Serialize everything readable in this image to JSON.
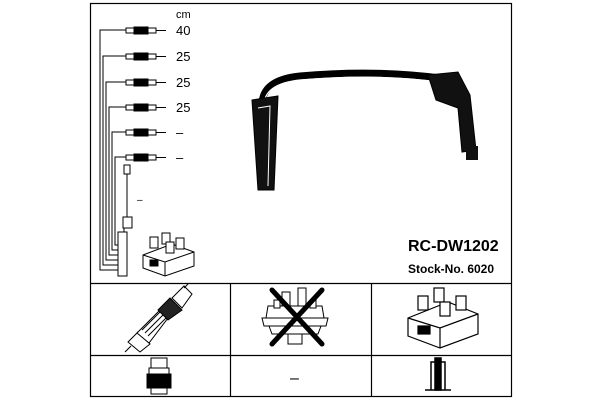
{
  "header": {
    "unit_label": "cm"
  },
  "leads": [
    {
      "length": "40"
    },
    {
      "length": "25"
    },
    {
      "length": "25"
    },
    {
      "length": "25"
    },
    {
      "length": "–"
    },
    {
      "length": "–"
    }
  ],
  "extra_lead": {
    "length": "–"
  },
  "product": {
    "part_number": "RC-DW1202",
    "stock_number": "Stock-No. 6020"
  },
  "legend": {
    "spark_plug_connector_type": "",
    "distributor_cap": "not applicable",
    "distributor_connector_type": "–",
    "coil_pack": "applicable"
  },
  "colors": {
    "line": "#000000",
    "background": "#ffffff"
  }
}
